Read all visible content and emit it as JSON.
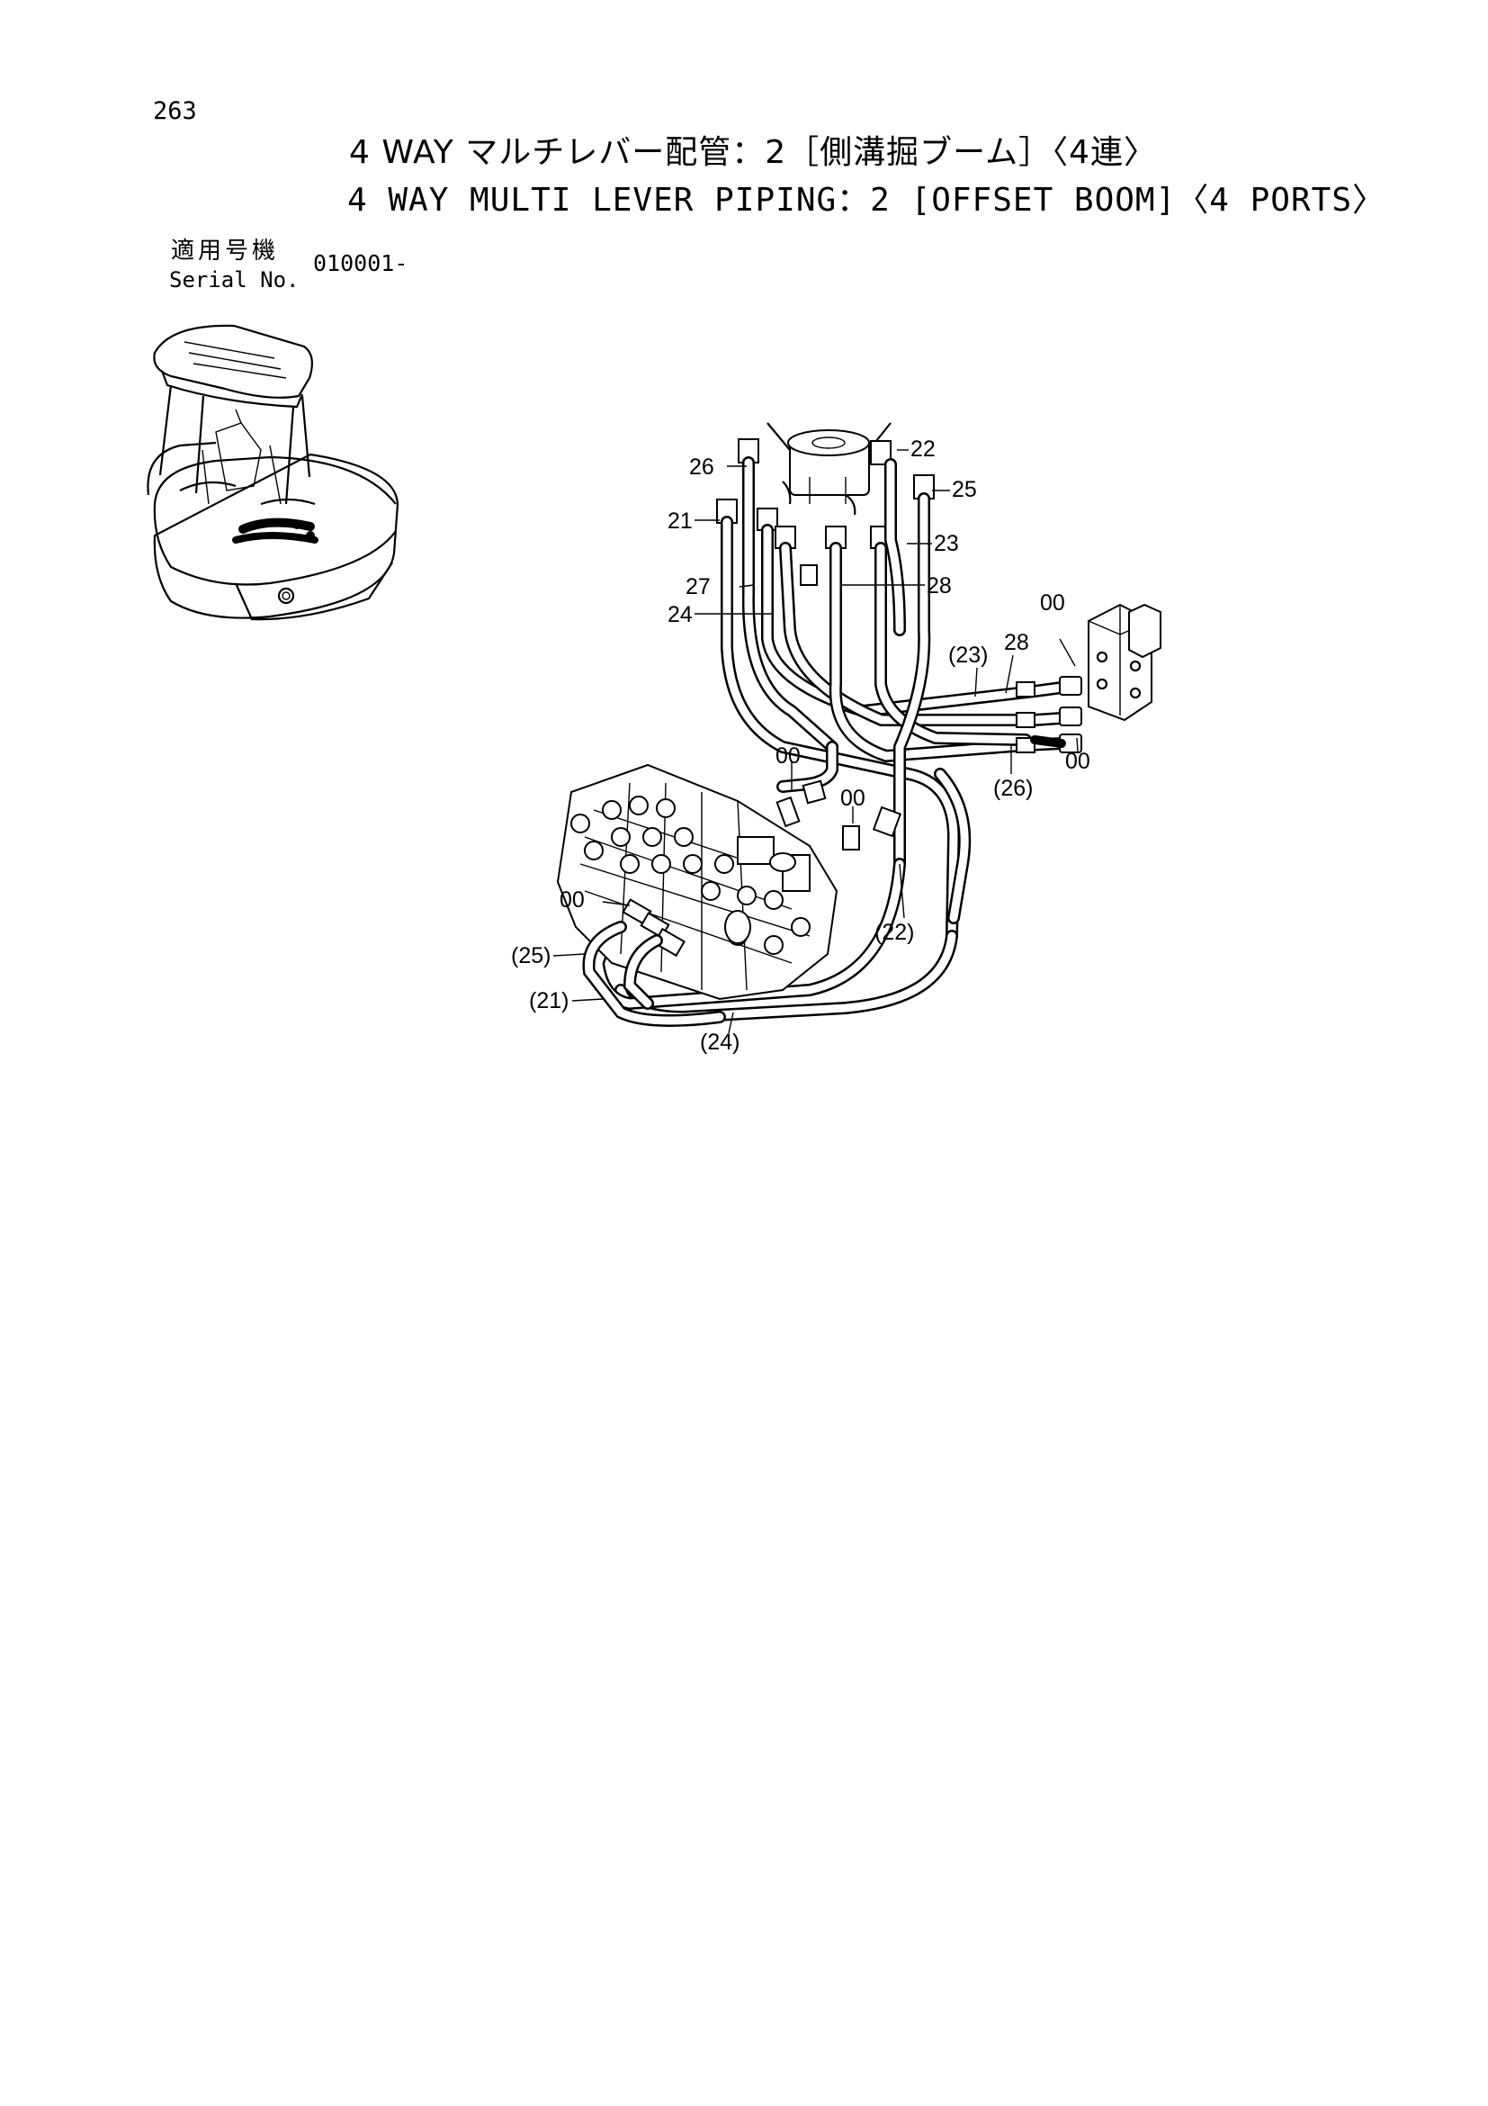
{
  "page": {
    "number": "263",
    "title_jp": "4 WAY マルチレバー配管：2［側溝掘ブーム］〈4連〉",
    "title_en": "4 WAY MULTI LEVER PIPING：2 [OFFSET BOOM]〈4 PORTS〉",
    "serial_label_jp": "適用号機",
    "serial_label_en": "Serial No.",
    "serial_value": "010001-"
  },
  "callouts": {
    "c26": "26",
    "c22": "22",
    "c25": "25",
    "c21": "21",
    "c23": "23",
    "c27": "27",
    "c28a": "28",
    "c24": "24",
    "c00_valve": "00",
    "c28b": "28",
    "c23p": "(23)",
    "c00_right": "00",
    "c26p": "(26)",
    "c00_a": "00",
    "c00_b": "00",
    "c00_left": "00",
    "c22p": "(22)",
    "c25p": "(25)",
    "c21p": "(21)",
    "c24p": "(24)"
  }
}
